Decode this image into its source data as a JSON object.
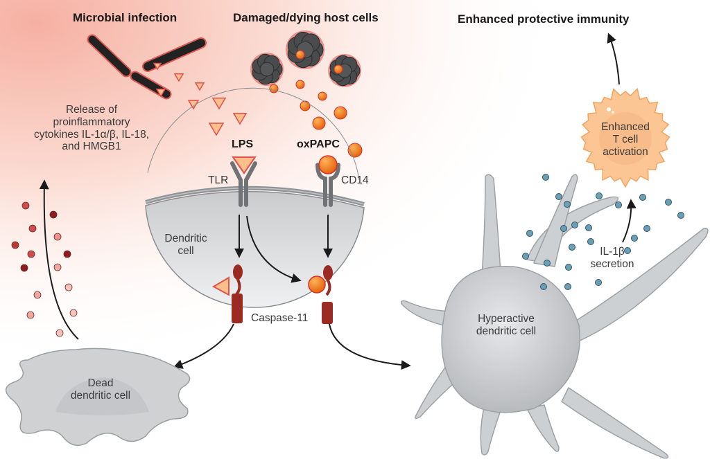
{
  "headings": {
    "microbial_infection": "Microbial infection",
    "damaged_cells": "Damaged/dying host cells",
    "enhanced_immunity": "Enhanced protective immunity"
  },
  "release_text": {
    "line1": "Release of",
    "line2": "proinflammatory",
    "line3": "cytokines IL-1α/β, IL-18,",
    "line4": "and HMGB1"
  },
  "molecules": {
    "lps": "LPS",
    "oxpapc": "oxPAPC"
  },
  "receptors": {
    "tlr": "TLR",
    "cd14": "CD14"
  },
  "cell_labels": {
    "dendritic_line1": "Dendritic",
    "dendritic_line2": "cell",
    "caspase": "Caspase-11",
    "dead_line1": "Dead",
    "dead_line2": "dendritic cell",
    "hyper_line1": "Hyperactive",
    "hyper_line2": "dendritic cell",
    "tcell_line1": "Enhanced",
    "tcell_line2": "T cell",
    "tcell_line3": "activation",
    "il1b_line1": "IL-1β",
    "il1b_line2": "secretion"
  },
  "colors": {
    "background_gradient": "#f7b9ad",
    "lps_fill": "#fbbf8c",
    "lps_stroke": "#e2504a",
    "oxpapc": "#f07d1e",
    "caspase": "#9b2a22",
    "cell_gray": "#cfd1d3",
    "tcell": "#fbc694",
    "il1b_dot": "#6a9fb5"
  }
}
